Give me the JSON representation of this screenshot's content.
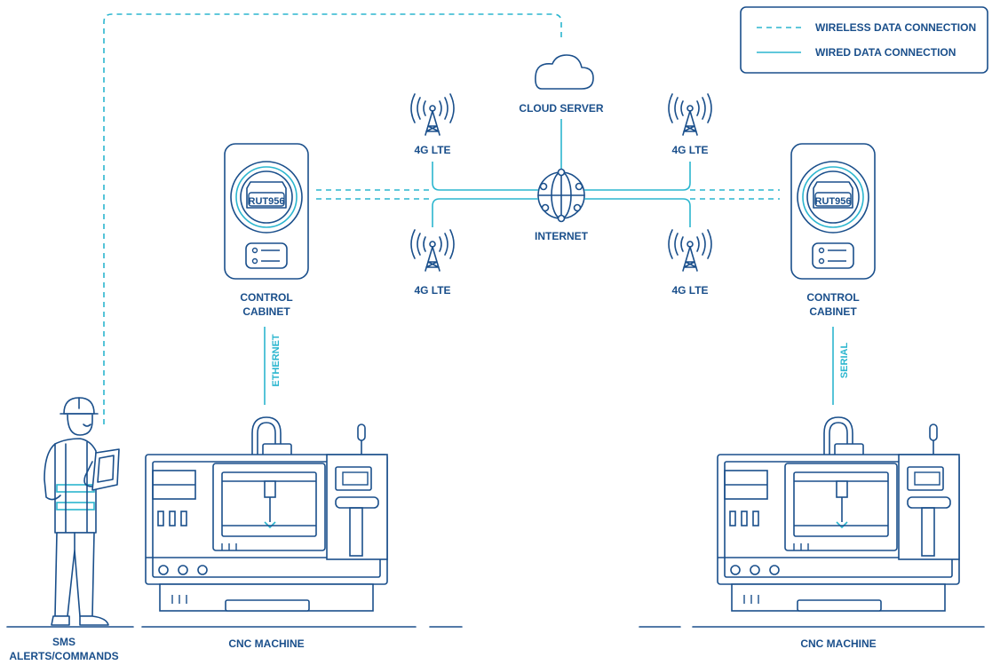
{
  "legend": {
    "wireless_label": "WIRELESS DATA CONNECTION",
    "wired_label": "WIRED DATA CONNECTION"
  },
  "cloud": {
    "label": "CLOUD SERVER"
  },
  "internet": {
    "label": "INTERNET"
  },
  "towers": {
    "top_left": "4G LTE",
    "bottom_left": "4G LTE",
    "top_right": "4G LTE",
    "bottom_right": "4G LTE"
  },
  "cabinet_left": {
    "device": "RUT956",
    "label_line1": "CONTROL",
    "label_line2": "CABINET"
  },
  "cabinet_right": {
    "device": "RUT956",
    "label_line1": "CONTROL",
    "label_line2": "CABINET"
  },
  "links": {
    "left": "ETHERNET",
    "right": "SERIAL"
  },
  "machines": {
    "left": "CNC MACHINE",
    "right": "CNC MACHINE"
  },
  "operator": {
    "label_line1": "SMS",
    "label_line2": "ALERTS/COMMANDS"
  },
  "colors": {
    "dark": "#1a4f8b",
    "accent": "#2bb6cf"
  },
  "icons": [
    "cloud-icon",
    "globe-icon",
    "cell-tower-icon",
    "router-icon",
    "worker-icon",
    "cnc-machine-icon"
  ]
}
